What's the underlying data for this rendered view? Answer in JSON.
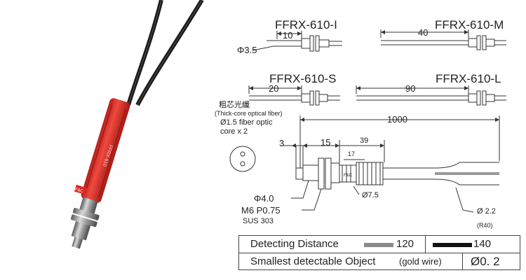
{
  "models": {
    "i": {
      "name": "FFRX-610-I",
      "length": "10"
    },
    "m": {
      "name": "FFRX-610-M",
      "length": "40"
    },
    "s": {
      "name": "FFRX-610-S",
      "length": "20"
    },
    "l": {
      "name": "FFRX-610-L",
      "length": "90"
    }
  },
  "dimensions": {
    "tip_diameter": "Φ3.5",
    "overall_length": "1000",
    "d3": "3",
    "d15": "15",
    "d39": "39",
    "d17": "17",
    "d75": "Ø7.5",
    "d40": "Φ4.0",
    "thread": "M6  P0.75",
    "material": "SUS 303",
    "cable_diameter": "Ø 2.2",
    "bend_radius": "(R40)",
    "maker_mark": "F&C"
  },
  "fiber_note": {
    "chinese": "粗芯光纖",
    "english": "(Thick-core optical fiber)",
    "line1": "Ø1.5 fiber optic",
    "line2": "core x 2"
  },
  "photo": {
    "sleeve_text": "FFRX-610",
    "label_text": "F&C",
    "sleeve_color": "#e5332a",
    "cable_color": "#1a1a1a"
  },
  "spec_table": {
    "detecting_label": "Detecting  Distance",
    "gray_value": "120",
    "black_value": "140",
    "gray_color": "#8a8a8a",
    "black_color": "#111111",
    "object_label": "Smallest  detectable     Object",
    "object_sub": "(gold wire)",
    "object_value": "Ø0. 2"
  }
}
